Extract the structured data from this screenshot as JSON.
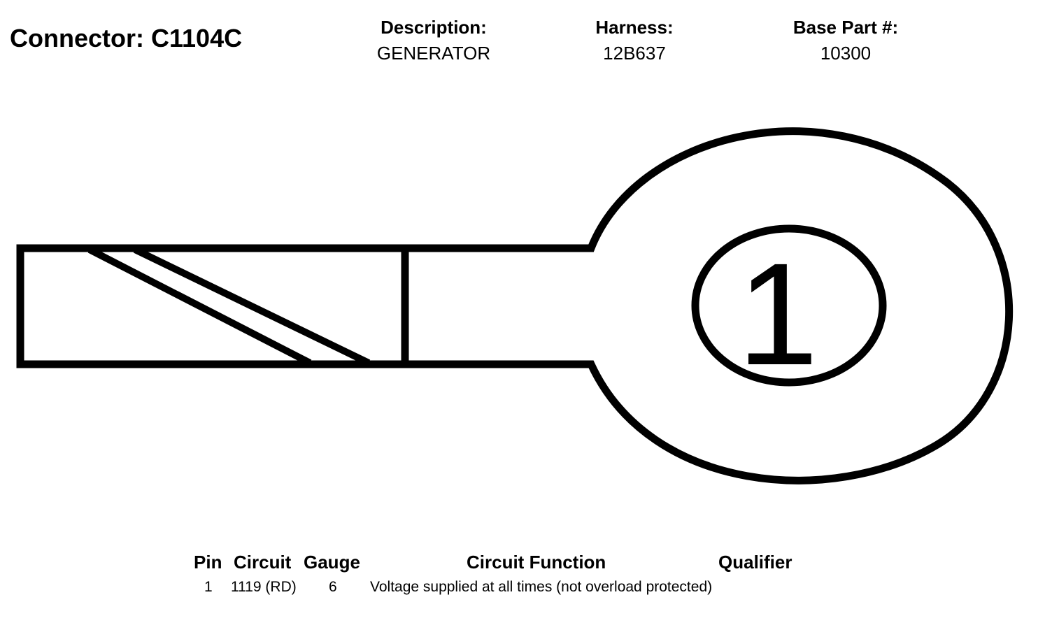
{
  "connector": {
    "label": "Connector:",
    "id": "C1104C"
  },
  "meta": {
    "description": {
      "label": "Description:",
      "value": "GENERATOR"
    },
    "harness": {
      "label": "Harness:",
      "value": "12B637"
    },
    "base_part": {
      "label": "Base Part #:",
      "value": "10300"
    }
  },
  "diagram": {
    "pin_label": "1"
  },
  "table": {
    "headers": {
      "pin": "Pin",
      "circuit": "Circuit",
      "gauge": "Gauge",
      "function": "Circuit Function",
      "qualifier": "Qualifier"
    },
    "rows": [
      {
        "pin": "1",
        "circuit": "1119 (RD)",
        "gauge": "6",
        "function": "Voltage supplied at all times (not overload protected)",
        "qualifier": ""
      }
    ]
  }
}
